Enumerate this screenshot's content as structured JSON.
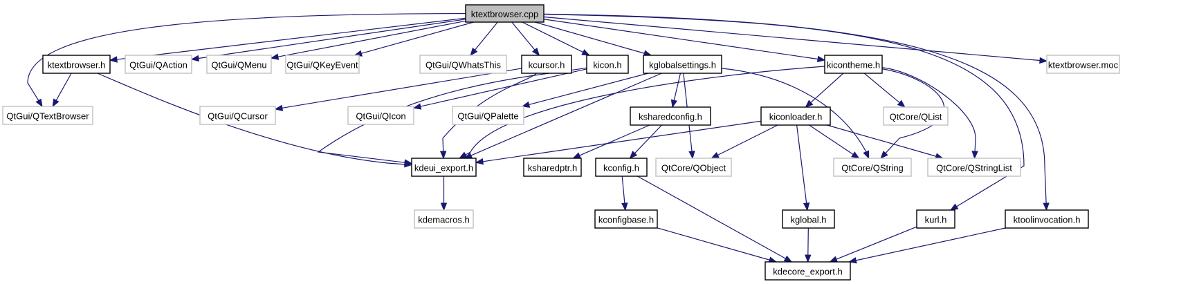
{
  "title": "ktextbrowser.cpp include dependency graph",
  "colors": {
    "edge": "#191970",
    "root_fill": "#bfbfbf",
    "internal_border": "#000000",
    "external_border": "#c0c0c0"
  },
  "nodes": [
    {
      "id": "ktextbrowser_cpp",
      "label": "ktextbrowser.cpp",
      "kind": "root"
    },
    {
      "id": "ktextbrowser_h",
      "label": "ktextbrowser.h",
      "kind": "internal"
    },
    {
      "id": "qaction",
      "label": "QtGui/QAction",
      "kind": "external"
    },
    {
      "id": "qmenu",
      "label": "QtGui/QMenu",
      "kind": "external"
    },
    {
      "id": "qkeyevent",
      "label": "QtGui/QKeyEvent",
      "kind": "external"
    },
    {
      "id": "qwhatsthis",
      "label": "QtGui/QWhatsThis",
      "kind": "external"
    },
    {
      "id": "kcursor_h",
      "label": "kcursor.h",
      "kind": "internal"
    },
    {
      "id": "kicon_h",
      "label": "kicon.h",
      "kind": "internal"
    },
    {
      "id": "kglobalsettings_h",
      "label": "kglobalsettings.h",
      "kind": "internal"
    },
    {
      "id": "kicontheme_h",
      "label": "kicontheme.h",
      "kind": "internal"
    },
    {
      "id": "ktextbrowser_moc",
      "label": "ktextbrowser.moc",
      "kind": "external"
    },
    {
      "id": "qtextbrowser",
      "label": "QtGui/QTextBrowser",
      "kind": "external"
    },
    {
      "id": "qcursor",
      "label": "QtGui/QCursor",
      "kind": "external"
    },
    {
      "id": "qicon",
      "label": "QtGui/QIcon",
      "kind": "external"
    },
    {
      "id": "qpalette",
      "label": "QtGui/QPalette",
      "kind": "external"
    },
    {
      "id": "ksharedconfig_h",
      "label": "ksharedconfig.h",
      "kind": "internal"
    },
    {
      "id": "kiconloader_h",
      "label": "kiconloader.h",
      "kind": "internal"
    },
    {
      "id": "qlist",
      "label": "QtCore/QList",
      "kind": "external"
    },
    {
      "id": "kdeui_export_h",
      "label": "kdeui_export.h",
      "kind": "internal"
    },
    {
      "id": "ksharedptr_h",
      "label": "ksharedptr.h",
      "kind": "internal"
    },
    {
      "id": "kconfig_h",
      "label": "kconfig.h",
      "kind": "internal"
    },
    {
      "id": "qobject",
      "label": "QtCore/QObject",
      "kind": "external"
    },
    {
      "id": "qstring",
      "label": "QtCore/QString",
      "kind": "external"
    },
    {
      "id": "qstringlist",
      "label": "QtCore/QStringList",
      "kind": "external"
    },
    {
      "id": "kdemacros_h",
      "label": "kdemacros.h",
      "kind": "external"
    },
    {
      "id": "kconfigbase_h",
      "label": "kconfigbase.h",
      "kind": "internal"
    },
    {
      "id": "kglobal_h",
      "label": "kglobal.h",
      "kind": "internal"
    },
    {
      "id": "kurl_h",
      "label": "kurl.h",
      "kind": "internal"
    },
    {
      "id": "ktoolinvocation_h",
      "label": "ktoolinvocation.h",
      "kind": "internal"
    },
    {
      "id": "kdecore_export_h",
      "label": "kdecore_export.h",
      "kind": "internal"
    }
  ],
  "edges": [
    [
      "ktextbrowser_cpp",
      "qtextbrowser"
    ],
    [
      "ktextbrowser_cpp",
      "ktextbrowser_h"
    ],
    [
      "ktextbrowser_cpp",
      "qaction"
    ],
    [
      "ktextbrowser_cpp",
      "qmenu"
    ],
    [
      "ktextbrowser_cpp",
      "qkeyevent"
    ],
    [
      "ktextbrowser_cpp",
      "qwhatsthis"
    ],
    [
      "ktextbrowser_cpp",
      "kcursor_h"
    ],
    [
      "ktextbrowser_cpp",
      "kicon_h"
    ],
    [
      "ktextbrowser_cpp",
      "kglobalsettings_h"
    ],
    [
      "ktextbrowser_cpp",
      "kicontheme_h"
    ],
    [
      "ktextbrowser_cpp",
      "kurl_h"
    ],
    [
      "ktextbrowser_cpp",
      "ktoolinvocation_h"
    ],
    [
      "ktextbrowser_cpp",
      "ktextbrowser_moc"
    ],
    [
      "ktextbrowser_h",
      "qtextbrowser"
    ],
    [
      "ktextbrowser_h",
      "kdeui_export_h"
    ],
    [
      "kcursor_h",
      "qcursor"
    ],
    [
      "kcursor_h",
      "kdeui_export_h"
    ],
    [
      "kicon_h",
      "qicon"
    ],
    [
      "kicon_h",
      "kdeui_export_h"
    ],
    [
      "kglobalsettings_h",
      "qpalette"
    ],
    [
      "kglobalsettings_h",
      "kdeui_export_h"
    ],
    [
      "kglobalsettings_h",
      "ksharedconfig_h"
    ],
    [
      "kglobalsettings_h",
      "qobject"
    ],
    [
      "kglobalsettings_h",
      "qstring"
    ],
    [
      "kicontheme_h",
      "kdeui_export_h"
    ],
    [
      "kicontheme_h",
      "kiconloader_h"
    ],
    [
      "kicontheme_h",
      "qlist"
    ],
    [
      "kicontheme_h",
      "qstring"
    ],
    [
      "kicontheme_h",
      "qstringlist"
    ],
    [
      "ksharedconfig_h",
      "ksharedptr_h"
    ],
    [
      "ksharedconfig_h",
      "kconfig_h"
    ],
    [
      "kiconloader_h",
      "kdeui_export_h"
    ],
    [
      "kiconloader_h",
      "qobject"
    ],
    [
      "kiconloader_h",
      "qstring"
    ],
    [
      "kiconloader_h",
      "qstringlist"
    ],
    [
      "kiconloader_h",
      "kglobal_h"
    ],
    [
      "kdeui_export_h",
      "kdemacros_h"
    ],
    [
      "kconfig_h",
      "kconfigbase_h"
    ],
    [
      "kconfig_h",
      "kdecore_export_h"
    ],
    [
      "kconfigbase_h",
      "kdecore_export_h"
    ],
    [
      "kglobal_h",
      "kdecore_export_h"
    ],
    [
      "kurl_h",
      "kdecore_export_h"
    ],
    [
      "ktoolinvocation_h",
      "kdecore_export_h"
    ]
  ]
}
